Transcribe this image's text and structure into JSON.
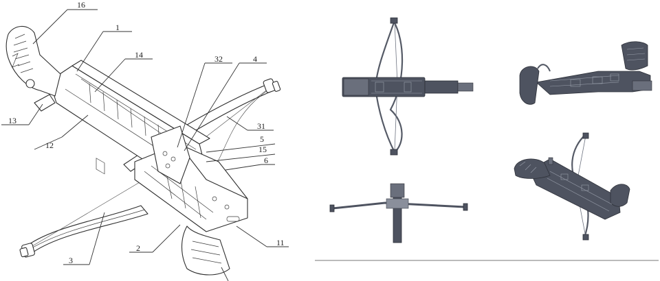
{
  "figure": {
    "callouts": [
      {
        "id": "c16",
        "label": "16"
      },
      {
        "id": "c1",
        "label": "1"
      },
      {
        "id": "c14",
        "label": "14"
      },
      {
        "id": "c32",
        "label": "32"
      },
      {
        "id": "c4",
        "label": "4"
      },
      {
        "id": "c13",
        "label": "13"
      },
      {
        "id": "c31",
        "label": "31"
      },
      {
        "id": "c12",
        "label": "12"
      },
      {
        "id": "c5",
        "label": "5"
      },
      {
        "id": "c15",
        "label": "15"
      },
      {
        "id": "c6",
        "label": "6"
      },
      {
        "id": "c2",
        "label": "2"
      },
      {
        "id": "c11",
        "label": "11"
      },
      {
        "id": "c3",
        "label": "3"
      }
    ],
    "views": [
      {
        "id": "isometric-line-drawing"
      },
      {
        "id": "top-view"
      },
      {
        "id": "side-view"
      },
      {
        "id": "front-view"
      },
      {
        "id": "perspective-view"
      }
    ]
  }
}
